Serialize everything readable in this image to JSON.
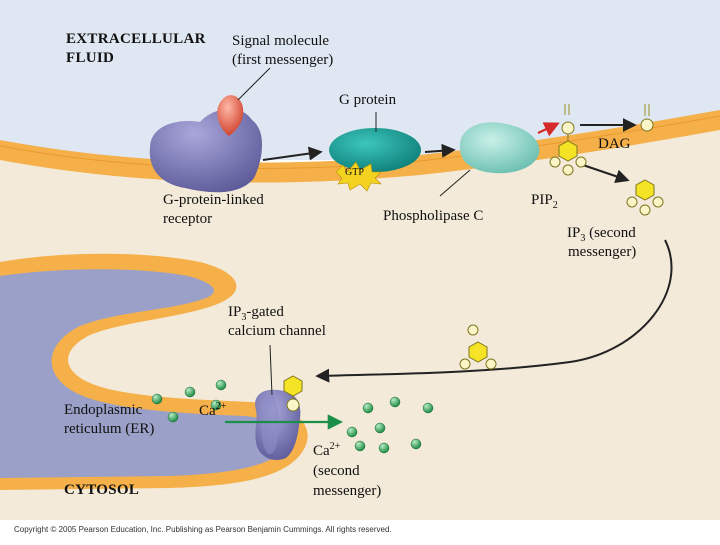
{
  "labels": {
    "extracellular_1": "EXTRACELLULAR",
    "extracellular_2": "FLUID",
    "signal_1": "Signal molecule",
    "signal_2": "(first messenger)",
    "g_protein": "G protein",
    "dag": "DAG",
    "gtp": "GTP",
    "gpcr_1": "G-protein-linked",
    "gpcr_2": "receptor",
    "plc": "Phospholipase C",
    "pip": "PIP",
    "pip_sub": "2",
    "ip3_ip": "IP",
    "ip3_sub": "3",
    "ip3_rest": " (second",
    "ip3_2": "messenger)",
    "channel_ip": "IP",
    "channel_sub": "3",
    "channel_rest": "-gated",
    "channel_2": "calcium channel",
    "er_1": "Endoplasmic",
    "er_2": "reticulum (ER)",
    "ca_er": "Ca",
    "ca_er_sup": "2+",
    "ca_cyto": "Ca",
    "ca_cyto_sup": "2+",
    "ca_cyto_2": "(second",
    "ca_cyto_3": "messenger)",
    "cytosol": "CYTOSOL"
  },
  "copyright": "Copyright © 2005 Pearson Education, Inc. Publishing as Pearson Benjamin Cummings. All rights reserved.",
  "colors": {
    "background": "#ffffff",
    "extracellular": "#dfe7f2",
    "membrane": "#f5b04a",
    "cytosol": "#f3ead9",
    "er_lumen": "#9aa0c7",
    "receptor": "#7a78b4",
    "signal_molecule": "#e06a56",
    "g_protein_active": "#169a93",
    "plc": "#8fd4c8",
    "gtp": "#f3d31f",
    "inositol": "#f5e325",
    "calcium": "#2a9d4f",
    "arrow": "#222222",
    "red_arrow": "#d42a2a",
    "ca_arrow": "#1b8f4a"
  }
}
